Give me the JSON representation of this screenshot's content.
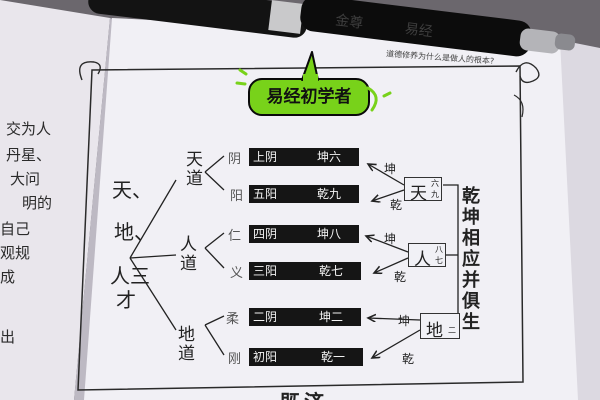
{
  "sticker": {
    "label": "易经初学者"
  },
  "header": {
    "text": "道德修养为什么是做人的根本?"
  },
  "left_page": {
    "lines": [
      "交为人",
      "丹星、",
      "大问",
      "明的",
      "自己",
      "观规",
      "成",
      "出"
    ]
  },
  "diagram": {
    "root": {
      "chars": [
        "天、",
        "地、",
        "人三",
        "才"
      ]
    },
    "groups": [
      {
        "name": "天道",
        "sub": [
          {
            "label": "阴",
            "block_left": "上阴",
            "block_right": "坤六"
          },
          {
            "label": "阳",
            "block_left": "五阳",
            "block_right": "乾九"
          }
        ]
      },
      {
        "name": "人道",
        "sub": [
          {
            "label": "仁",
            "block_left": "四阴",
            "block_right": "坤八"
          },
          {
            "label": "义",
            "block_left": "三阳",
            "block_right": "乾七"
          }
        ]
      },
      {
        "name": "地道",
        "sub": [
          {
            "label": "柔",
            "block_left": "二阴",
            "block_right": "坤二"
          },
          {
            "label": "刚",
            "block_left": "初阳",
            "block_right": "乾一"
          }
        ]
      }
    ],
    "sources": [
      {
        "char": "天",
        "small_top": "六",
        "small_bottom": "九",
        "arrow_up": "坤",
        "arrow_down": "乾"
      },
      {
        "char": "人",
        "small_top": "八",
        "small_bottom": "七",
        "arrow_up": "坤",
        "arrow_down": "乾"
      },
      {
        "char": "地",
        "small_top": "",
        "small_bottom": "二",
        "arrow_up": "坤",
        "arrow_down": "乾"
      }
    ],
    "side_label": [
      "乾",
      "坤",
      "相",
      "应",
      "并",
      "俱",
      "生"
    ]
  },
  "footer": {
    "text": "既济"
  }
}
